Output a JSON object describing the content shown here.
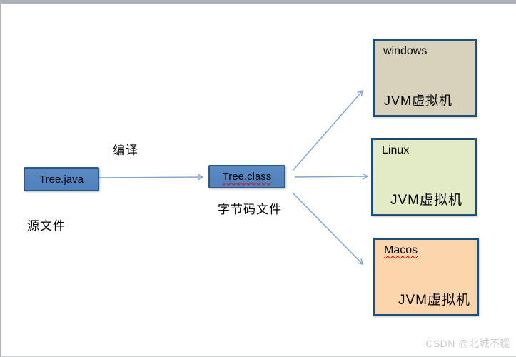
{
  "diagram": {
    "source": {
      "label": "Tree.java",
      "caption": "源文件"
    },
    "compile_label": "编译",
    "bytecode": {
      "label": "Tree.class",
      "caption": "字节码文件"
    },
    "platforms": [
      {
        "os": "windows",
        "vm": "JVM虚拟机"
      },
      {
        "os": "Linux",
        "vm": "JVM虚拟机"
      },
      {
        "os": "Macos",
        "vm": "JVM虚拟机"
      }
    ]
  },
  "watermark": "CSDN @北城不暖",
  "colors": {
    "node_fill": "#4f81bd",
    "node_border": "#2e5985",
    "platform_border": "#1f4e79",
    "windows_fill": "#d8d1bc",
    "linux_fill": "#e2ebc6",
    "macos_fill": "#fbd5ac",
    "arrow": "#7da4d6",
    "misspell_underline": "#e00000",
    "frame": "#aab0b8",
    "watermark_text": "#cccccc"
  }
}
